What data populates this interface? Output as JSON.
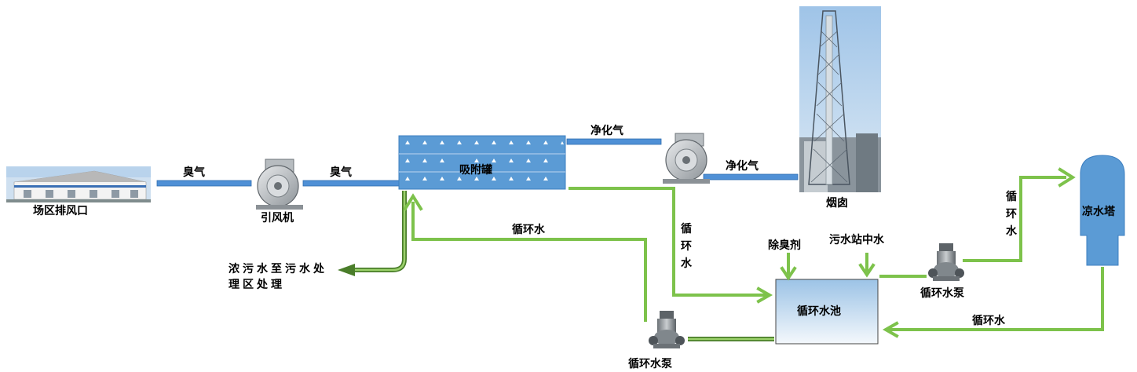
{
  "labels": {
    "outlet": "场区排风口",
    "odor_gas_1": "臭气",
    "odor_gas_2": "臭气",
    "fan": "引风机",
    "adsorption_tank": "吸附罐",
    "clean_gas_1": "净化气",
    "clean_gas_2": "净化气",
    "chimney": "烟囱",
    "circulating_water_top": "循环水",
    "circulating_water_vertical": "循环水",
    "concentrated_wastewater": "浓污水至污水处理区处理",
    "deodorant": "除臭剂",
    "reclaimed_water": "污水站中水",
    "circulating_pool": "循环水池",
    "pump_bottom": "循环水泵",
    "pump_right": "循环水泵",
    "tower_inlet_water": "循环水",
    "cooling_tower": "凉水塔",
    "return_water": "循环水"
  },
  "colors": {
    "gas_pipe": "#4f90d6",
    "water_pipe": "#7dc24b",
    "tank": "#5b9bd5",
    "pool_top": "#a5c8e8",
    "pool_bottom": "#f2f7fc",
    "tower": "#5b9bd5"
  },
  "icons": {
    "outlet": "factory-building-icon",
    "fan_1": "centrifugal-fan-icon",
    "fan_2": "centrifugal-fan-icon",
    "chimney": "chimney-tower-icon",
    "pump_1": "water-pump-icon",
    "pump_2": "water-pump-icon"
  }
}
